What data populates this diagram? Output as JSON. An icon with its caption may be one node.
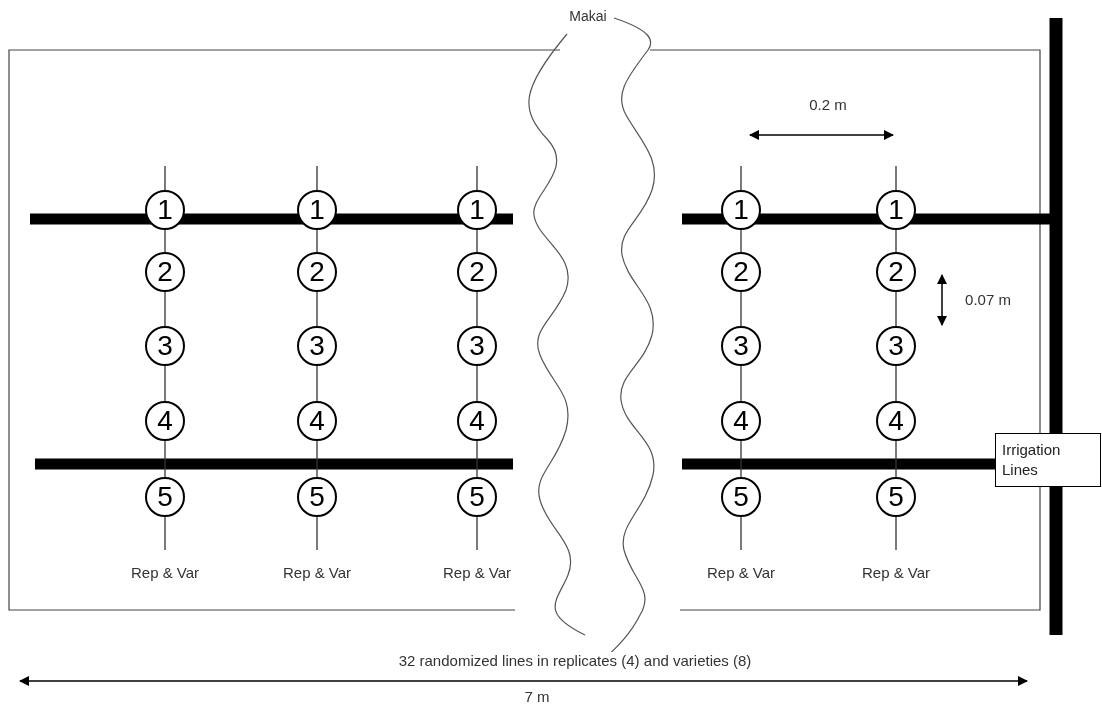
{
  "diagram": {
    "nodes": [
      {
        "text": [
          "1"
        ]
      },
      {
        "text": [
          "1"
        ]
      },
      {
        "text": [
          "1"
        ]
      },
      {
        "text": [
          "1"
        ]
      },
      {
        "text": [
          "1"
        ]
      },
      {
        "text": [
          "2"
        ]
      },
      {
        "text": [
          "2"
        ]
      },
      {
        "text": [
          "2"
        ]
      },
      {
        "text": [
          "2"
        ]
      },
      {
        "text": [
          "2"
        ]
      },
      {
        "text": [
          "3"
        ]
      },
      {
        "text": [
          "3"
        ]
      },
      {
        "text": [
          "3"
        ]
      },
      {
        "text": [
          "3"
        ]
      },
      {
        "text": [
          "3"
        ]
      },
      {
        "text": [
          "4"
        ]
      },
      {
        "text": [
          "4"
        ]
      },
      {
        "text": [
          "4"
        ]
      },
      {
        "text": [
          "4"
        ]
      },
      {
        "text": [
          "4"
        ]
      },
      {
        "text": [
          "5"
        ]
      },
      {
        "text": [
          "5"
        ]
      },
      {
        "text": [
          "5"
        ]
      },
      {
        "text": [
          "5"
        ]
      },
      {
        "text": [
          "5"
        ]
      },
      {
        "text": [
          "Irrigation Lines"
        ]
      }
    ],
    "edges": [
      {
        "from": 0,
        "to": 5,
        "arrow": "none"
      },
      {
        "from": 5,
        "to": 10,
        "arrow": "none"
      },
      {
        "from": 10,
        "to": 15,
        "arrow": "none"
      },
      {
        "from": 15,
        "to": 20,
        "arrow": "none"
      },
      {
        "from": 1,
        "to": 6,
        "arrow": "none"
      },
      {
        "from": 6,
        "to": 11,
        "arrow": "none"
      },
      {
        "from": 11,
        "to": 16,
        "arrow": "none"
      },
      {
        "from": 16,
        "to": 21,
        "arrow": "none"
      },
      {
        "from": 2,
        "to": 7,
        "arrow": "none"
      },
      {
        "from": 7,
        "to": 12,
        "arrow": "none"
      },
      {
        "from": 12,
        "to": 17,
        "arrow": "none"
      },
      {
        "from": 17,
        "to": 22,
        "arrow": "none"
      },
      {
        "from": 3,
        "to": 8,
        "arrow": "none"
      },
      {
        "from": 8,
        "to": 13,
        "arrow": "none"
      },
      {
        "from": 13,
        "to": 18,
        "arrow": "none"
      },
      {
        "from": 18,
        "to": 23,
        "arrow": "none"
      },
      {
        "from": 4,
        "to": 9,
        "arrow": "none"
      },
      {
        "from": 9,
        "to": 14,
        "arrow": "none"
      },
      {
        "from": 14,
        "to": 19,
        "arrow": "none"
      },
      {
        "from": 19,
        "to": 24,
        "arrow": "none"
      }
    ],
    "labels": [
      "Makai",
      "0.2 m",
      "0.07 m",
      "Rep & Var",
      "Rep & Var",
      "Rep & Var",
      "Rep & Var",
      "Rep & Var",
      "32 randomized lines in replicates (4) and varieties (8)",
      "7 m"
    ]
  }
}
